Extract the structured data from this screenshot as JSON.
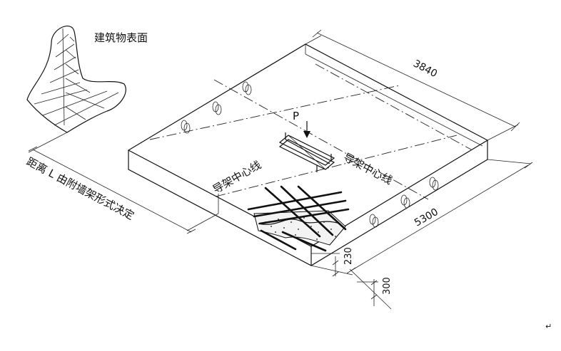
{
  "labels": {
    "building_surface": "建筑物表面",
    "distance_note": "距离 L 由附墙架形式决定",
    "guide_center_left": "导架中心线",
    "guide_center_right": "导架中心线",
    "load": "P",
    "return_mark": "↵"
  },
  "dimensions": {
    "width": "3840",
    "length": "5300",
    "slab_thickness": "230",
    "base_offset": "300"
  }
}
